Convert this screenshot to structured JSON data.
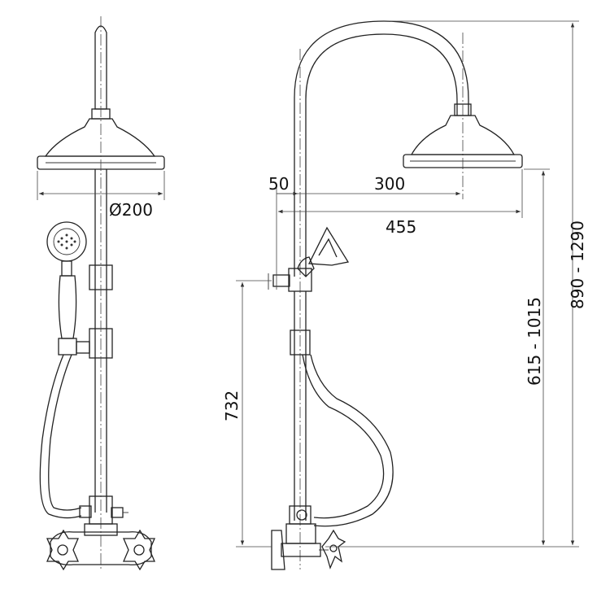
{
  "dimensions": {
    "diameter": "Ø200",
    "offset": "50",
    "reach": "300",
    "total_reach": "455",
    "handset_height": "732",
    "head_height": "615 - 1015",
    "total_height": "890 - 1290"
  }
}
